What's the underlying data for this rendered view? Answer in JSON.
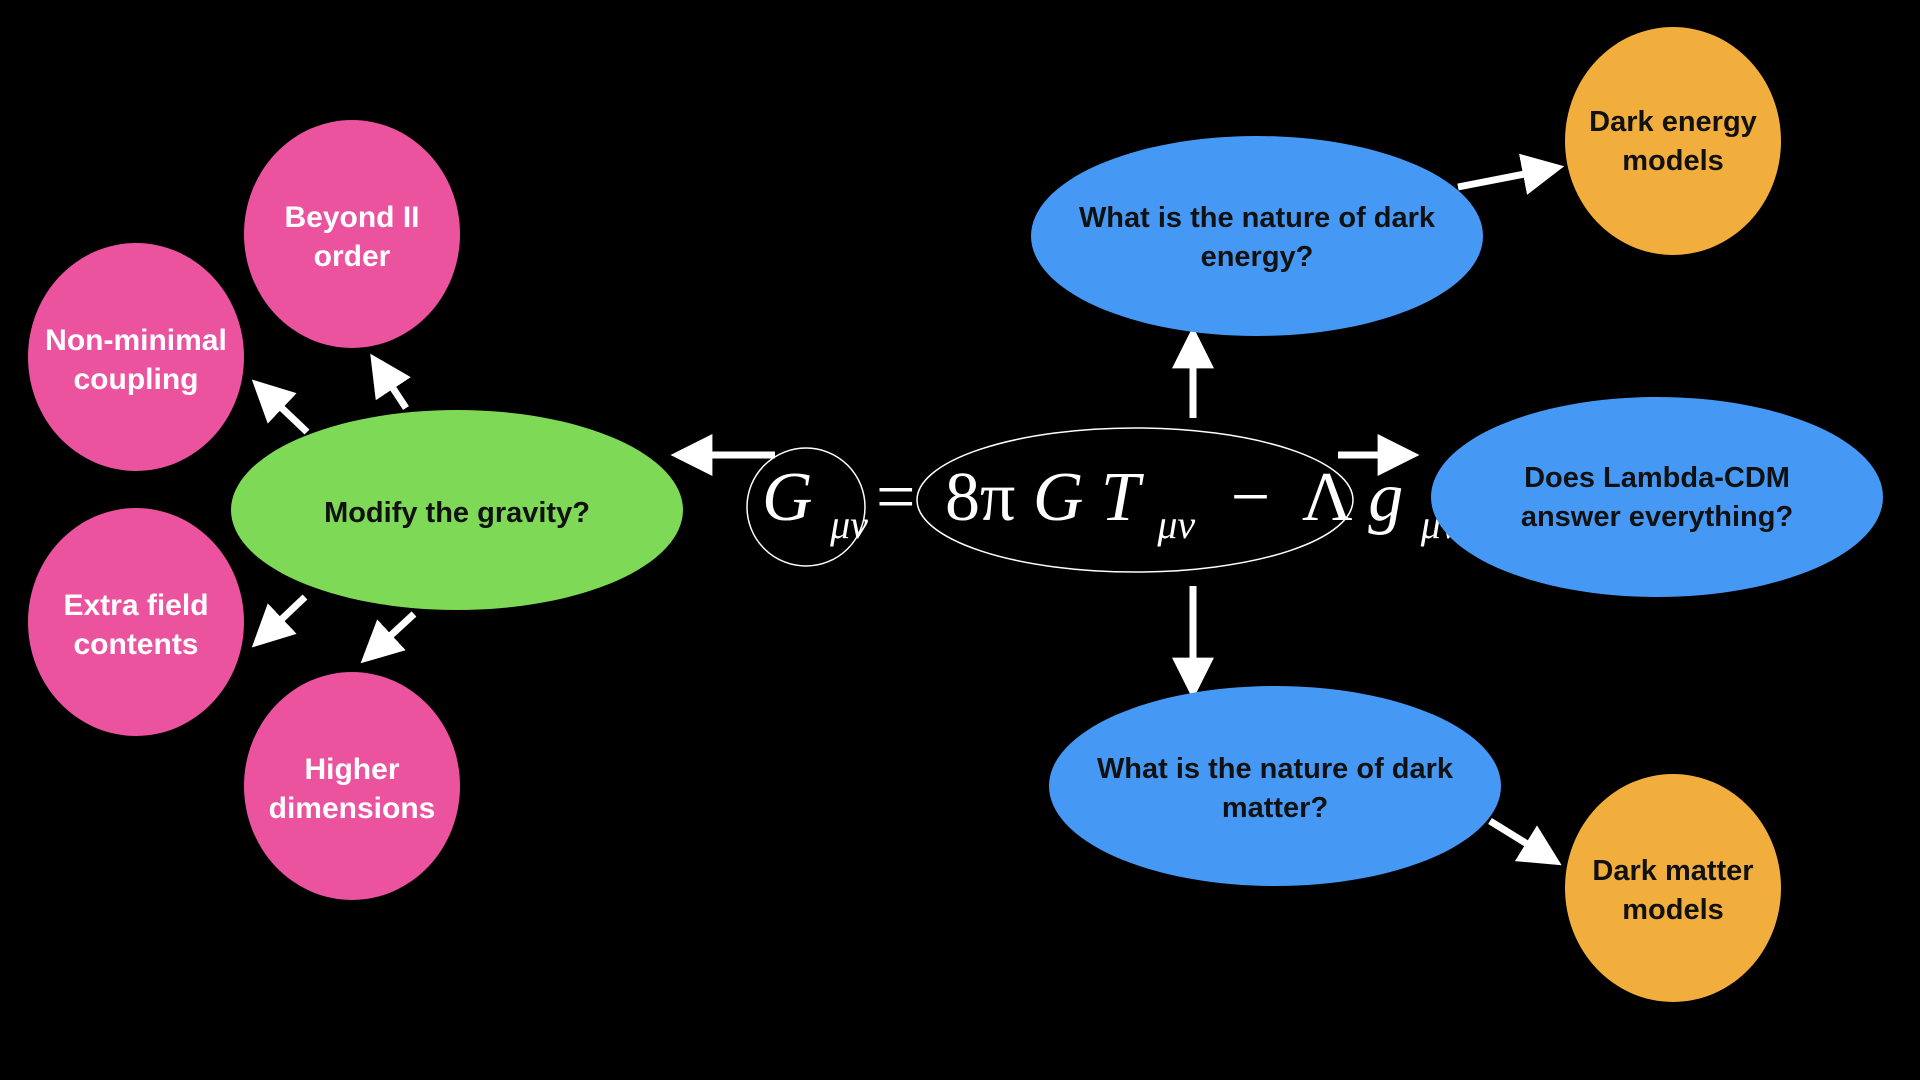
{
  "colors": {
    "background": "#000000",
    "gravity_node": "#7ed957",
    "gravity_branch": "#ec539f",
    "question_node": "#4599f5",
    "model_node": "#f2ae3c",
    "arrow": "#ffffff",
    "equation": "#ffffff"
  },
  "equation": {
    "lhs": "G",
    "lhs_sub": "μν",
    "equals": "=",
    "coef": "8π",
    "G": "G",
    "T": "T",
    "T_sub": "μν",
    "minus": "−",
    "Lambda": "Λ",
    "g": "g",
    "g_sub": "μν"
  },
  "left": {
    "center": {
      "line1": "Modify the gravity?"
    },
    "beyond": {
      "line1": "Beyond II",
      "line2": "order"
    },
    "nonminimal": {
      "line1": "Non-minimal",
      "line2": "coupling"
    },
    "extra": {
      "line1": "Extra field",
      "line2": "contents"
    },
    "higher": {
      "line1": "Higher",
      "line2": "dimensions"
    }
  },
  "right": {
    "dark_energy_q": {
      "line1": "What is the nature of dark",
      "line2": "energy?"
    },
    "lambda_cdm_q": {
      "line1": "Does Lambda-CDM",
      "line2": "answer everything?"
    },
    "dark_matter_q": {
      "line1": "What is the nature of dark",
      "line2": "matter?"
    },
    "dark_energy_models": {
      "line1": "Dark energy",
      "line2": "models"
    },
    "dark_matter_models": {
      "line1": "Dark matter",
      "line2": "models"
    }
  }
}
